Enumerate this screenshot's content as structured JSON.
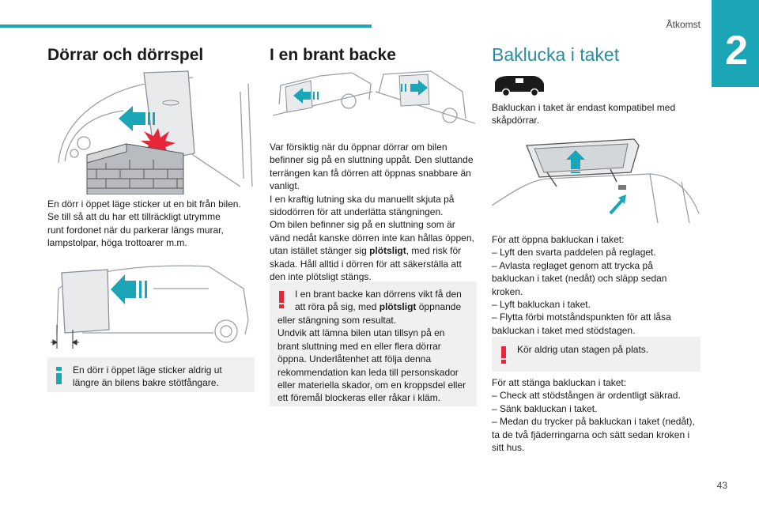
{
  "header": {
    "section": "Åtkomst",
    "chapter": "2",
    "page_number": "43"
  },
  "colors": {
    "accent": "#1aa6b7",
    "warning": "#e8263a",
    "box_bg": "#f0f0f0"
  },
  "col1": {
    "title": "Dörrar och dörrspel",
    "paragraph": [
      "En dörr i öppet läge sticker ut en bit från bilen.",
      "Se till så att du har ett tillräckligt utrymme",
      "runt fordonet när du parkerar längs murar,",
      "lampstolpar, höga trottoarer m.m."
    ],
    "info_icon": "info-icon",
    "info": [
      "En dörr i öppet läge sticker aldrig ut",
      "längre än bilens bakre stötfångare."
    ]
  },
  "col2": {
    "title": "I en brant backe",
    "paragraph": [
      "Var försiktig när du öppnar dörrar om bilen",
      "befinner sig på en sluttning uppåt. Den sluttande",
      "terrängen kan få dörren att öppnas snabbare än",
      "vanligt.",
      "I en kraftig lutning ska du manuellt skjuta på",
      "sidodörren för att underlätta stängningen.",
      "Om bilen befinner sig på en sluttning som är",
      "vänd nedåt kanske dörren inte kan hållas öppen,",
      "utan istället stänger sig",
      "plötsligt",
      ", med risk för",
      "skada. Håll alltid i dörren för att säkerställa att",
      "den inte plötsligt stängs."
    ],
    "warning_icon": "warning-icon",
    "warning": [
      "I en brant backe kan dörrens vikt få den",
      "att röra på sig, med",
      "plötsligt",
      "öppnande",
      "eller stängning som resultat.",
      "Undvik att lämna bilen utan tillsyn på en",
      "brant sluttning med en eller flera dörrar",
      "öppna. Underlåtenhet att följa denna",
      "rekommendation kan leda till personskador",
      "eller materiella skador, om en kroppsdel eller",
      "ett föremål blockeras eller råkar i kläm."
    ]
  },
  "col3": {
    "title": "Baklucka i taket",
    "intro": [
      "Bakluckan i taket är endast kompatibel med",
      "skåpdörrar."
    ],
    "open_steps": [
      "För att öppna bakluckan i taket:",
      "–  Lyft den svarta paddelen på reglaget.",
      "–  Avlasta reglaget genom att trycka på",
      "bakluckan i taket (nedåt) och släpp sedan",
      "kroken.",
      "–  Lyft bakluckan i taket.",
      "–  Flytta förbi motståndspunkten för att låsa",
      "bakluckan i taket med stödstagen."
    ],
    "warning_icon": "warning-icon",
    "warning": "Kör aldrig utan stagen på plats.",
    "close_steps": [
      "För att stänga bakluckan i taket:",
      "–  Check att stödstången är ordentligt säkrad.",
      "–  Sänk bakluckan i taket.",
      "–  Medan du trycker på bakluckan i taket (nedåt),",
      "ta de två fjäderringarna och sätt sedan kroken i",
      "sitt hus."
    ]
  }
}
